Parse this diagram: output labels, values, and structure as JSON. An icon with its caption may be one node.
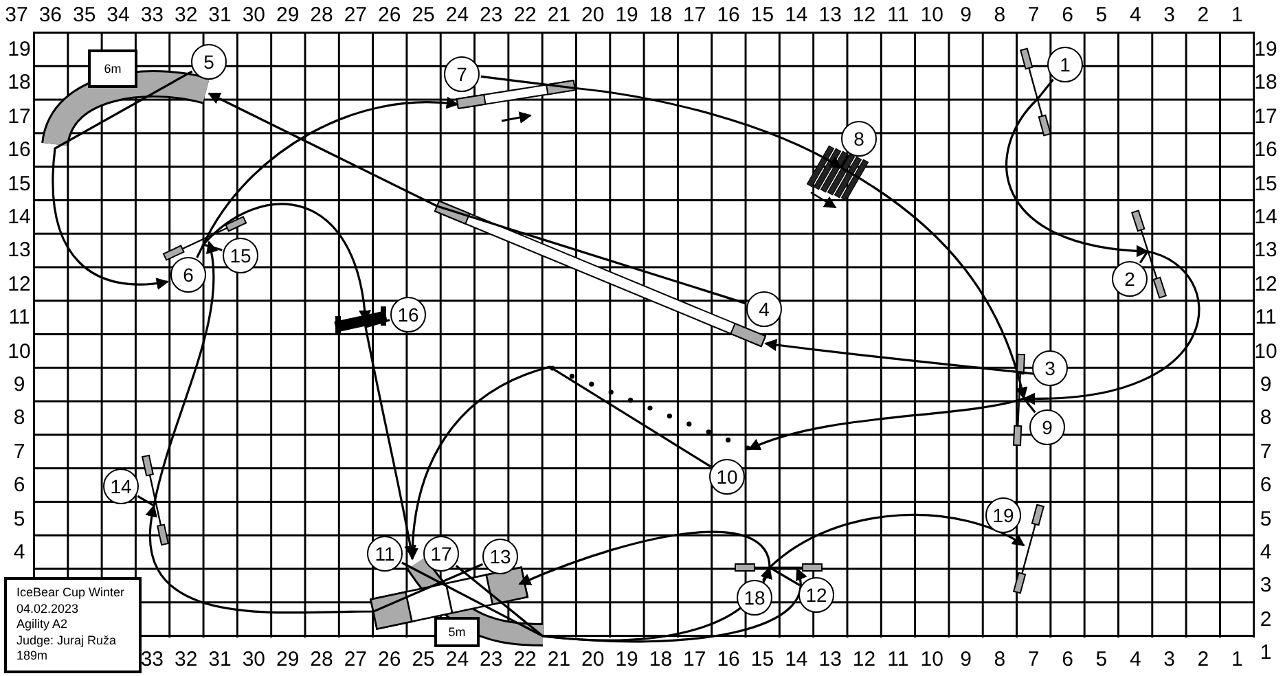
{
  "diagram": {
    "nodes": [
      {
        "text": [
          "1"
        ]
      },
      {
        "text": [
          "2"
        ]
      },
      {
        "text": [
          "3"
        ]
      },
      {
        "text": [
          "4"
        ]
      },
      {
        "text": [
          "5"
        ]
      },
      {
        "text": [
          "6"
        ]
      },
      {
        "text": [
          "7"
        ]
      },
      {
        "text": [
          "8"
        ]
      },
      {
        "text": [
          "9"
        ]
      },
      {
        "text": [
          "10"
        ]
      },
      {
        "text": [
          "11"
        ]
      },
      {
        "text": [
          "12"
        ]
      },
      {
        "text": [
          "13"
        ]
      },
      {
        "text": [
          "14"
        ]
      },
      {
        "text": [
          "15"
        ]
      },
      {
        "text": [
          "16"
        ]
      },
      {
        "text": [
          "17"
        ]
      },
      {
        "text": [
          "18"
        ]
      },
      {
        "text": [
          "19"
        ]
      },
      {
        "text": [
          "6m"
        ]
      },
      {
        "text": [
          "5m"
        ]
      },
      {
        "text": [
          "IceBear Cup Winter",
          "04.02.2023",
          "Agility A2",
          "Judge: Juraj Ruža",
          "189m"
        ]
      }
    ],
    "edges": [
      {
        "from": 0,
        "to": 1,
        "arrow": "to"
      },
      {
        "from": 1,
        "to": 2,
        "arrow": "to"
      },
      {
        "from": 2,
        "to": 3,
        "arrow": "to"
      },
      {
        "from": 3,
        "to": 4,
        "arrow": "to"
      },
      {
        "from": 4,
        "to": 5,
        "arrow": "to"
      },
      {
        "from": 5,
        "to": 6,
        "arrow": "to"
      },
      {
        "from": 6,
        "to": 7,
        "arrow": "to"
      },
      {
        "from": 7,
        "to": 8,
        "arrow": "to"
      },
      {
        "from": 8,
        "to": 9,
        "arrow": "to"
      },
      {
        "from": 9,
        "to": 10,
        "arrow": "to"
      },
      {
        "from": 10,
        "to": 11,
        "arrow": "to"
      },
      {
        "from": 11,
        "to": 12,
        "arrow": "to"
      },
      {
        "from": 12,
        "to": 13,
        "arrow": "to"
      },
      {
        "from": 13,
        "to": 14,
        "arrow": "to"
      },
      {
        "from": 14,
        "to": 15,
        "arrow": "to"
      },
      {
        "from": 15,
        "to": 16,
        "arrow": "to"
      },
      {
        "from": 16,
        "to": 17,
        "arrow": "to"
      },
      {
        "from": 17,
        "to": 18,
        "arrow": "to"
      }
    ],
    "labels": [
      "37",
      "36",
      "35",
      "34",
      "33",
      "32",
      "31",
      "30",
      "29",
      "28",
      "27",
      "26",
      "25",
      "24",
      "23",
      "22",
      "21",
      "20",
      "19",
      "18",
      "17",
      "16",
      "15",
      "14",
      "13",
      "12",
      "11",
      "10",
      "9",
      "8",
      "7",
      "6",
      "5",
      "4",
      "3",
      "2",
      "1",
      "19",
      "19",
      "18",
      "18",
      "17",
      "17",
      "16",
      "16",
      "15",
      "15",
      "14",
      "14",
      "13",
      "13",
      "12",
      "12",
      "11",
      "11",
      "10",
      "10",
      "9",
      "9",
      "8",
      "8",
      "7",
      "7",
      "6",
      "6",
      "5",
      "5",
      "4",
      "4",
      "3",
      "2",
      "1",
      "33",
      "32",
      "31",
      "30",
      "29",
      "28",
      "27",
      "26",
      "25",
      "24",
      "23",
      "22",
      "21",
      "20",
      "19",
      "18",
      "17",
      "16",
      "15",
      "14",
      "13",
      "12",
      "11",
      "10",
      "9",
      "8",
      "7",
      "6",
      "5",
      "4",
      "3",
      "2",
      "1"
    ]
  }
}
